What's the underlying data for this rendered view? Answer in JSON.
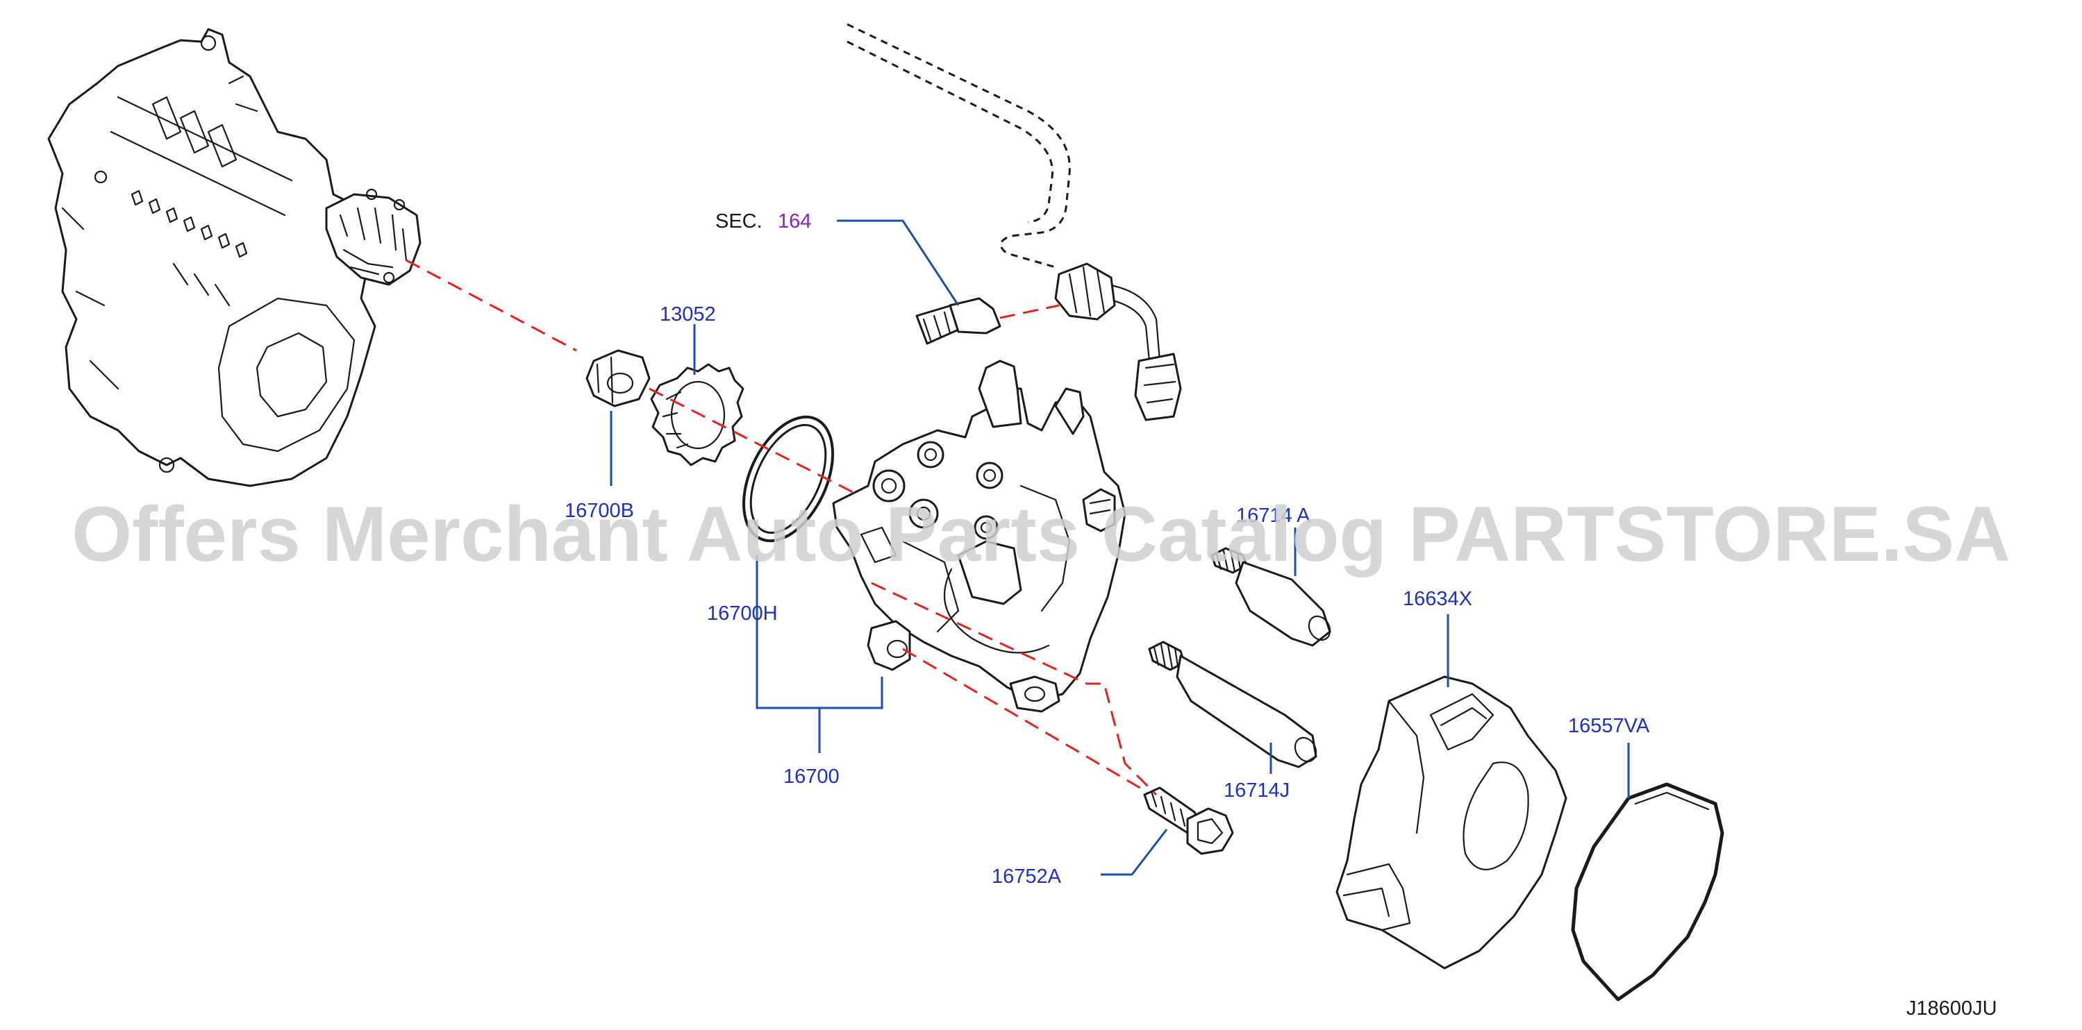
{
  "diagram": {
    "colors": {
      "label": "#1f2fc4",
      "leader": "#1a4fa8",
      "red_dash": "#e32222",
      "section_ref": "#8b20c9",
      "line": "#1a1a1a",
      "watermark": "#cfcfcf"
    },
    "labels": {
      "sec_prefix": "SEC.",
      "sec_number": "164",
      "p13052": "13052",
      "p16700B": "16700B",
      "p16700H": "16700H",
      "p16700": "16700",
      "p16714A": "16714 A",
      "p16714J": "16714J",
      "p16634X": "16634X",
      "p16557VA": "16557VA",
      "p16752A": "16752A"
    },
    "diagram_code": "J18600JU",
    "watermark": "Offers Merchant Auto Parts Catalog PARTSTORE.SA"
  }
}
